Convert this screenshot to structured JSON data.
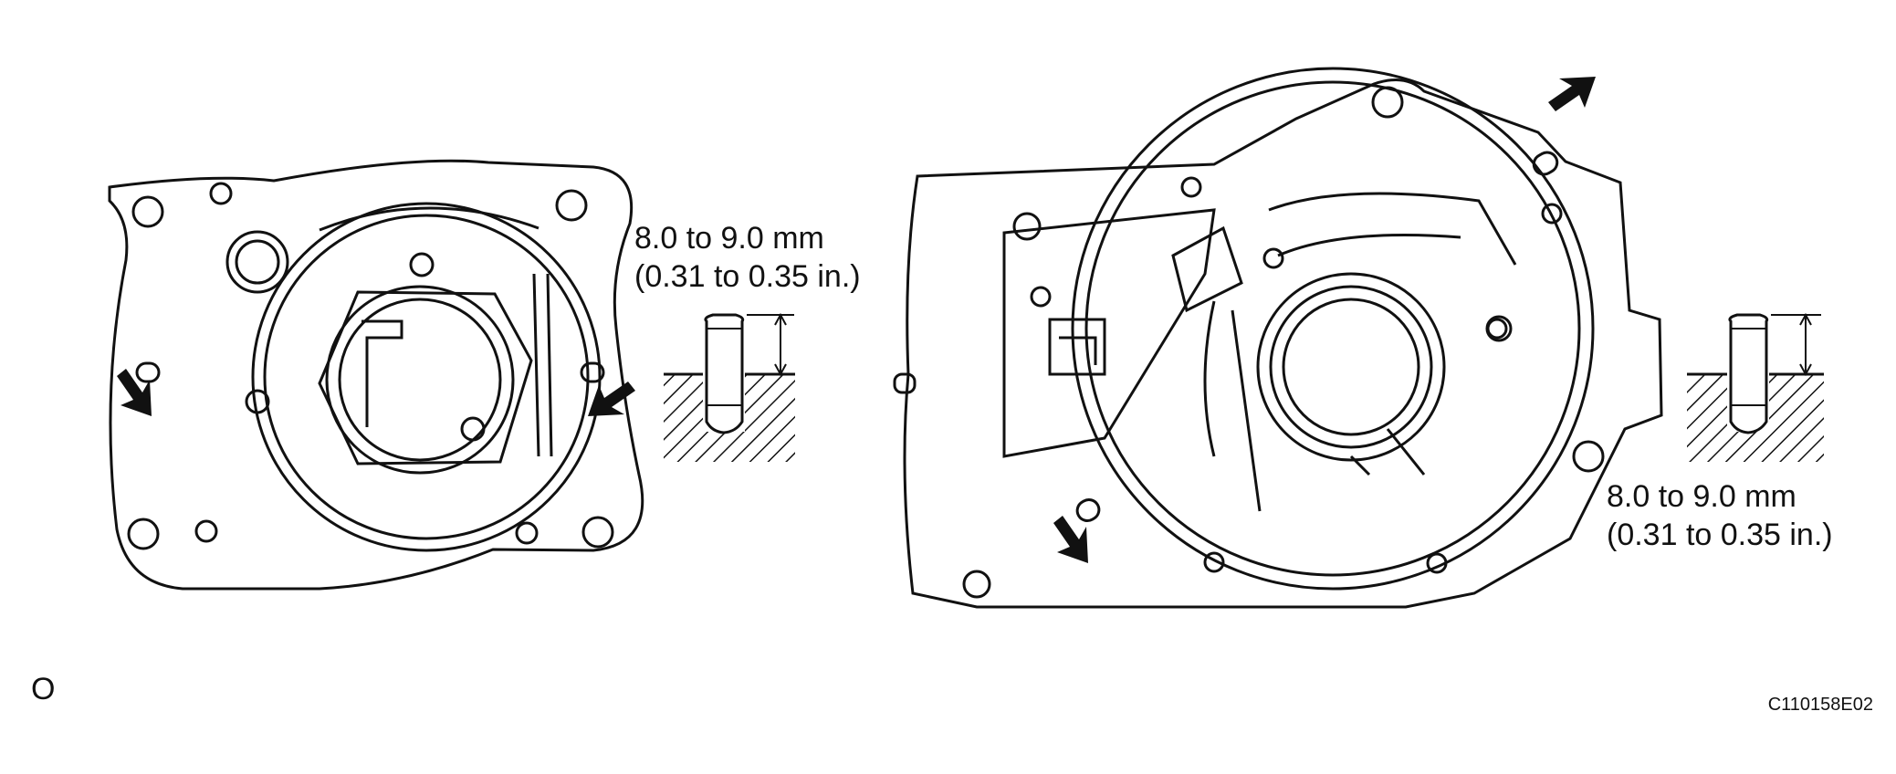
{
  "labels": {
    "left_spec_metric": "8.0 to 9.0 mm",
    "left_spec_imperial": "(0.31 to 0.35 in.)",
    "right_spec_metric": "8.0 to 9.0 mm",
    "right_spec_imperial": "(0.31 to 0.35 in.)",
    "corner_letter": "O",
    "figure_id": "C110158E02"
  },
  "icons": {
    "arrow": "pointer-arrow-icon",
    "pin": "dowel-pin-icon"
  },
  "colors": {
    "line": "#111111",
    "background": "#ffffff"
  }
}
